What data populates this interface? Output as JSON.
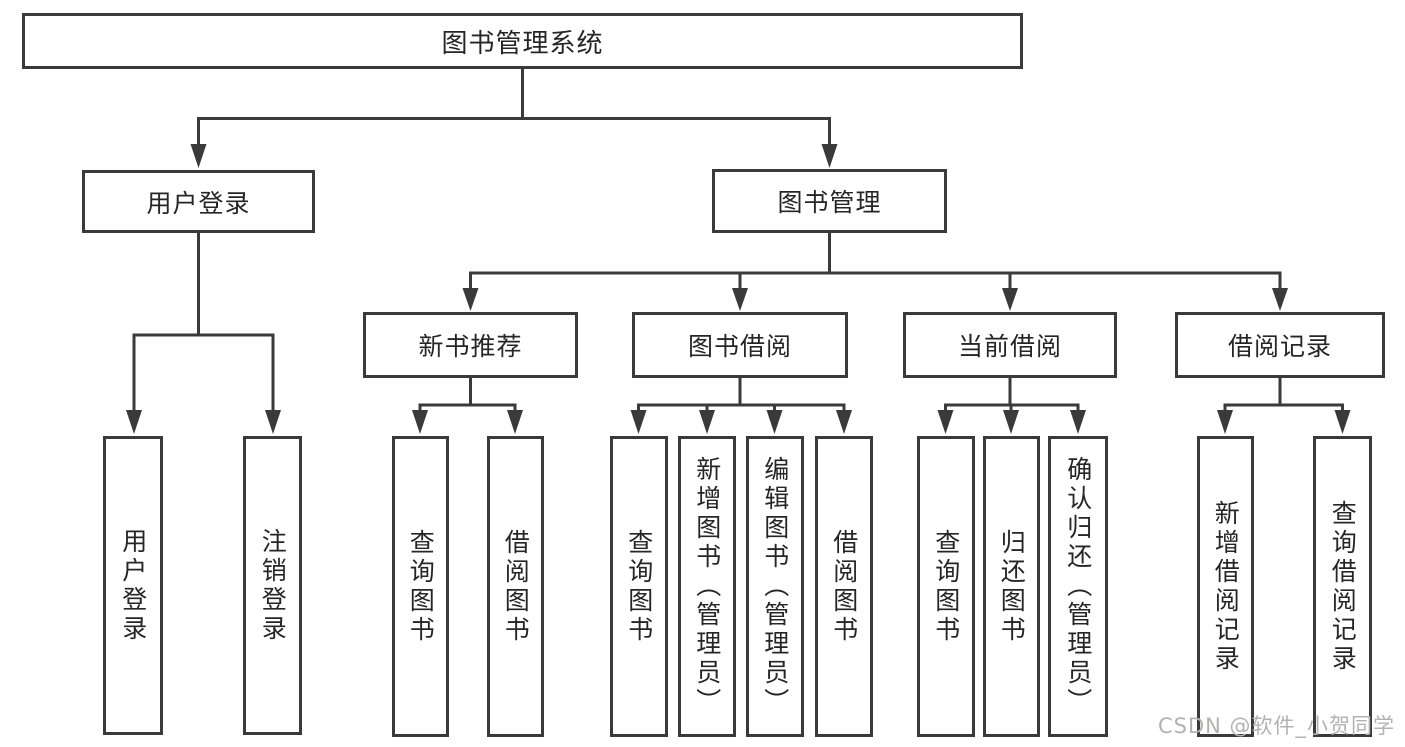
{
  "root": {
    "label": "图书管理系统"
  },
  "branches": [
    {
      "label": "用户登录",
      "children": [
        {
          "label": "用户登录"
        },
        {
          "label": "注销登录"
        }
      ]
    },
    {
      "label": "图书管理",
      "children": [
        {
          "label": "新书推荐",
          "children": [
            {
              "label": "查询图书"
            },
            {
              "label": "借阅图书"
            }
          ]
        },
        {
          "label": "图书借阅",
          "children": [
            {
              "label": "查询图书"
            },
            {
              "label": "新增图书（管理员）"
            },
            {
              "label": "编辑图书（管理员）"
            },
            {
              "label": "借阅图书"
            }
          ]
        },
        {
          "label": "当前借阅",
          "children": [
            {
              "label": "查询图书"
            },
            {
              "label": "归还图书"
            },
            {
              "label": "确认归还（管理员）"
            }
          ]
        },
        {
          "label": "借阅记录",
          "children": [
            {
              "label": "新增借阅记录"
            },
            {
              "label": "查询借阅记录"
            }
          ]
        }
      ]
    }
  ],
  "watermark": {
    "text": "CSDN @软件_小贺同学"
  },
  "colors": {
    "line": "#3a3a3a",
    "text": "#262626",
    "box_background": "#ffffff",
    "watermark": "#b4b1b1"
  }
}
